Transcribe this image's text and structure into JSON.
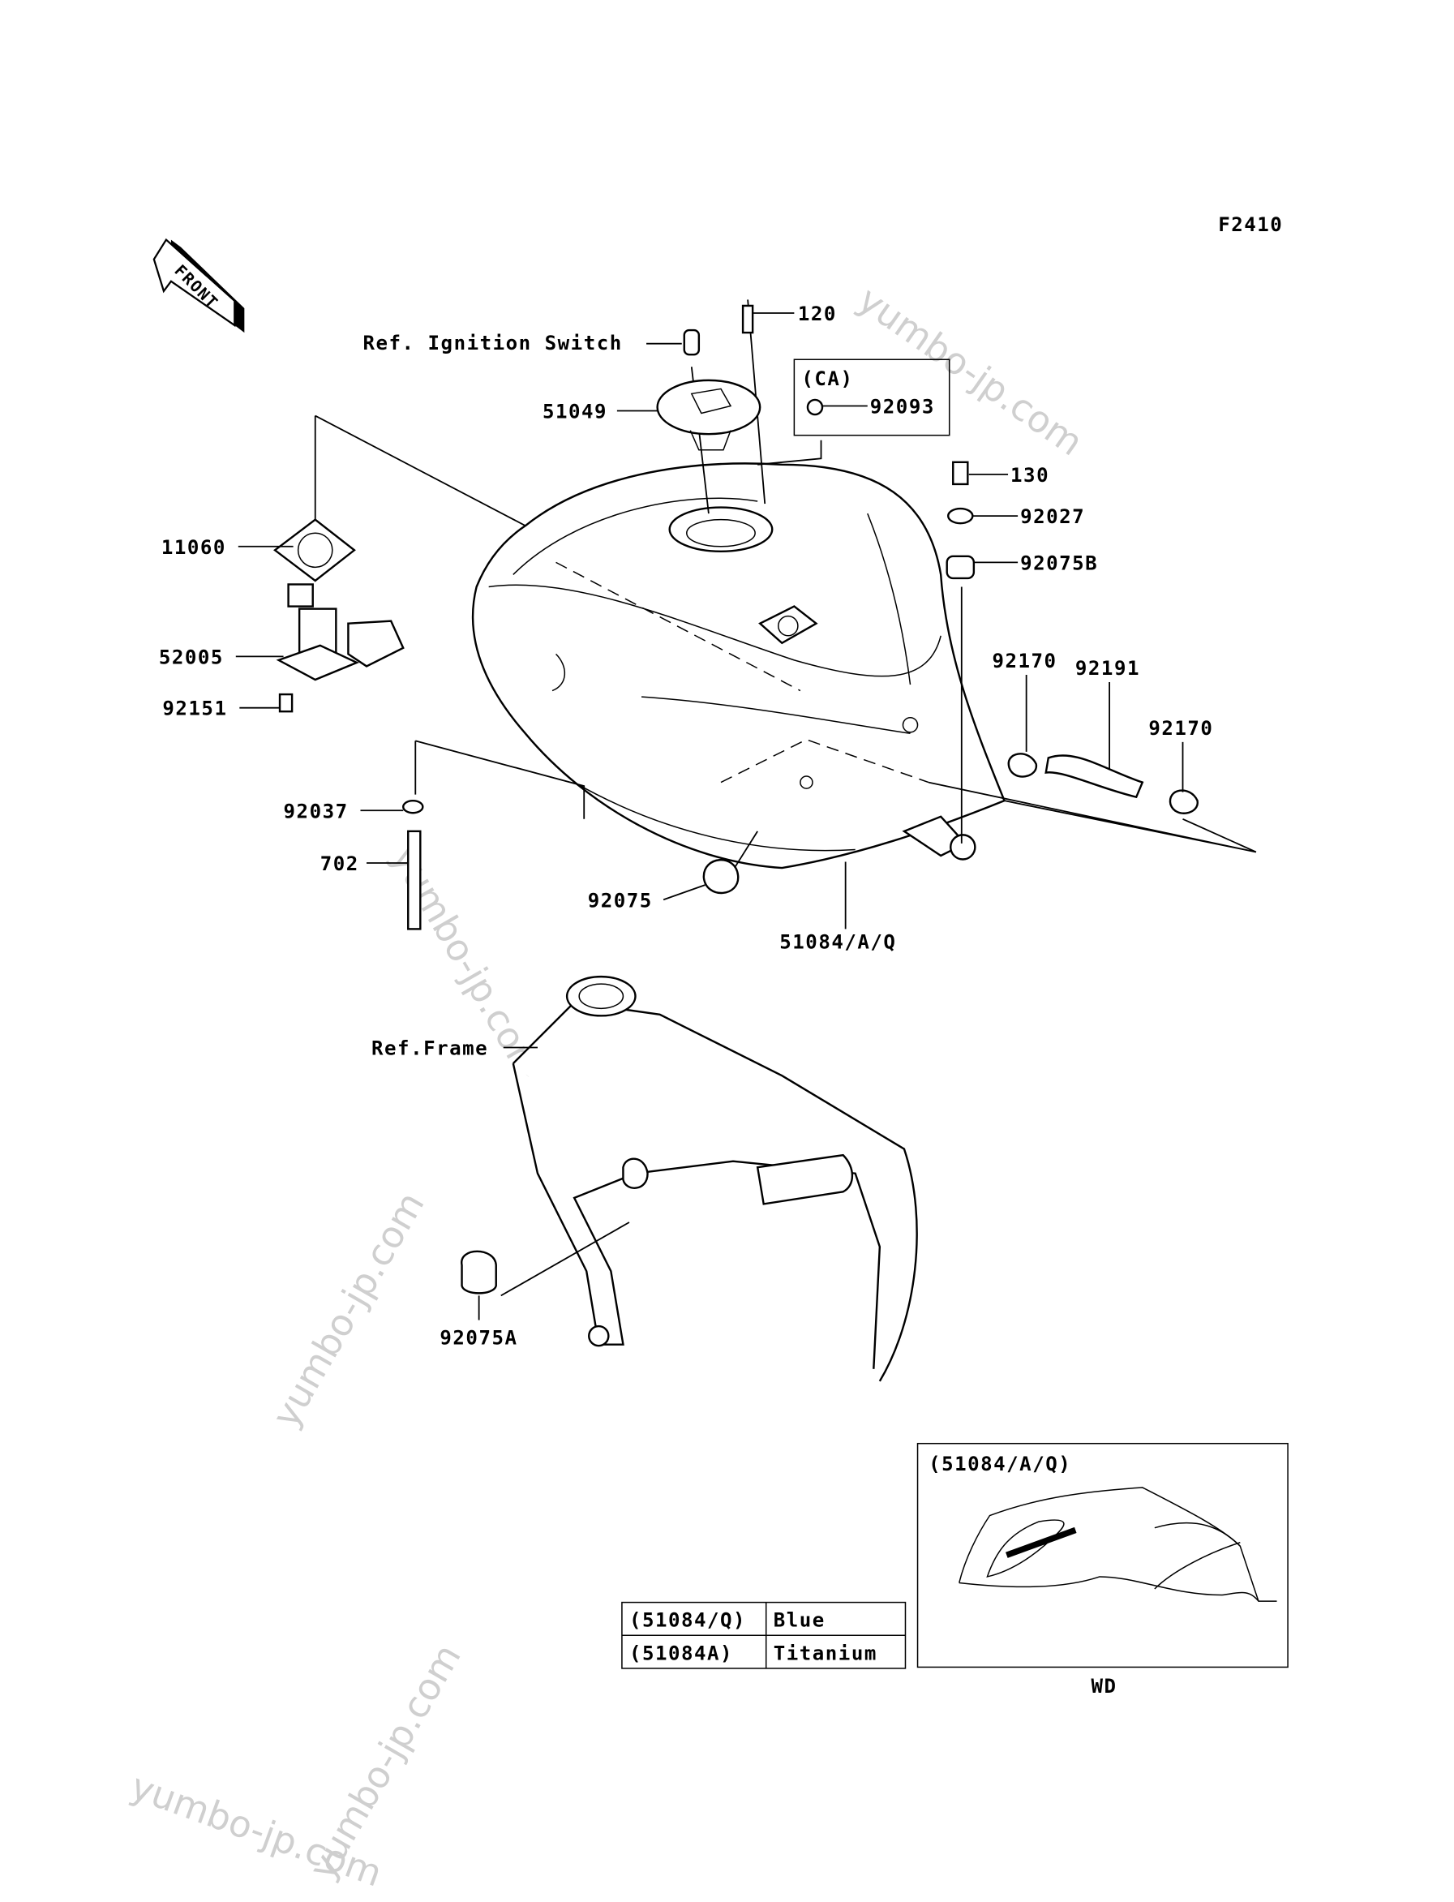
{
  "diagram_code": "F2410",
  "front_arrow": "FRONT",
  "labels": {
    "ref_ignition_switch": "Ref. Ignition Switch",
    "p120": "120",
    "ca_box": "(CA)",
    "p92093": "92093",
    "p51049": "51049",
    "p130": "130",
    "p92027": "92027",
    "p92075b": "92075B",
    "p11060": "11060",
    "p52005": "52005",
    "p92151": "92151",
    "p92170a": "92170",
    "p92191": "92191",
    "p92170b": "92170",
    "p92037": "92037",
    "p702": "702",
    "p92075": "92075",
    "p51084": "51084/A/Q",
    "ref_frame": "Ref.Frame",
    "p92075a": "92075A"
  },
  "inset": {
    "title": "(51084/A/Q)",
    "caption": "WD"
  },
  "color_table": [
    {
      "code": "(51084/Q)",
      "color": "Blue"
    },
    {
      "code": "(51084A)",
      "color": "Titanium"
    }
  ],
  "watermark": "yumbo-jp.com"
}
